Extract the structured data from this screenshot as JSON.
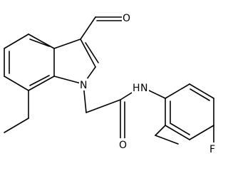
{
  "structure": {
    "type": "chemical-structure",
    "bond_color": "#000000",
    "background": "#ffffff",
    "atoms": {
      "aldehyde_oxygen": "O",
      "indole_nitrogen": "N",
      "amide_nitrogen": "N",
      "amide_hydrogen": "H",
      "amide_oxygen": "O",
      "fluorine": "F"
    }
  }
}
